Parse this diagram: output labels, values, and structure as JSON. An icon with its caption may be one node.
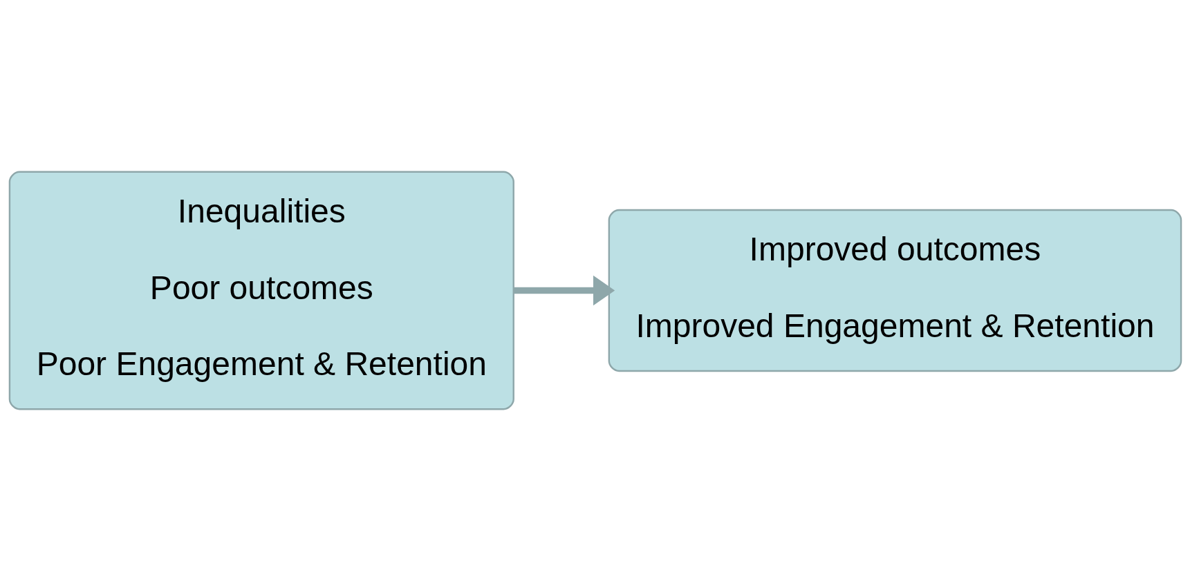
{
  "diagram": {
    "nodes": [
      {
        "text": [
          "Inequalities",
          "Poor outcomes",
          "Poor Engagement & Retention"
        ]
      },
      {
        "text": [
          "Improved outcomes",
          "Improved Engagement & Retention"
        ]
      }
    ],
    "edges": [
      {
        "from": 0,
        "to": 1,
        "arrow": "to"
      }
    ]
  }
}
